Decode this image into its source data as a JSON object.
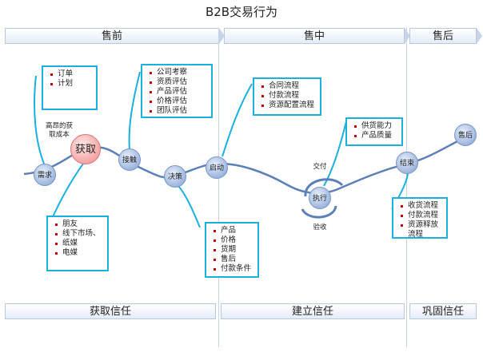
{
  "title": "B2B交易行为",
  "phases": {
    "pre": "售前",
    "mid": "售中",
    "post": "售后"
  },
  "trust": {
    "acquire": "获取信任",
    "build": "建立信任",
    "consolidate": "巩固信任"
  },
  "nodes": {
    "need": "需求",
    "acquire": "获取",
    "contact": "接触",
    "decide": "决策",
    "start": "启动",
    "execute": "执行",
    "settle": "结束",
    "after": "售后"
  },
  "labels": {
    "high_cost": "高昂的获取成本",
    "deliver": "交付",
    "accept": "验收"
  },
  "boxes": {
    "plan": [
      "订单",
      "计划"
    ],
    "channels": [
      "朋友",
      "线下市场、",
      "纸媒",
      "电媒"
    ],
    "evaluate": [
      "公司考察",
      "资质评估",
      "产品评估",
      "价格评估",
      "团队评估"
    ],
    "terms": [
      "产品",
      "价格",
      "货期",
      "售后",
      "付款条件"
    ],
    "contract": [
      "合同流程",
      "付款流程",
      "资源配置流程"
    ],
    "supply": [
      "供货能力",
      "产品质量"
    ],
    "closing": [
      "收货流程",
      "付款流程",
      "资源释放流程"
    ]
  },
  "colors": {
    "curve": "#5b7fb8",
    "box_border": "#1ab0e0",
    "connector": "#1ab0e0",
    "bullet": "#c00000"
  }
}
